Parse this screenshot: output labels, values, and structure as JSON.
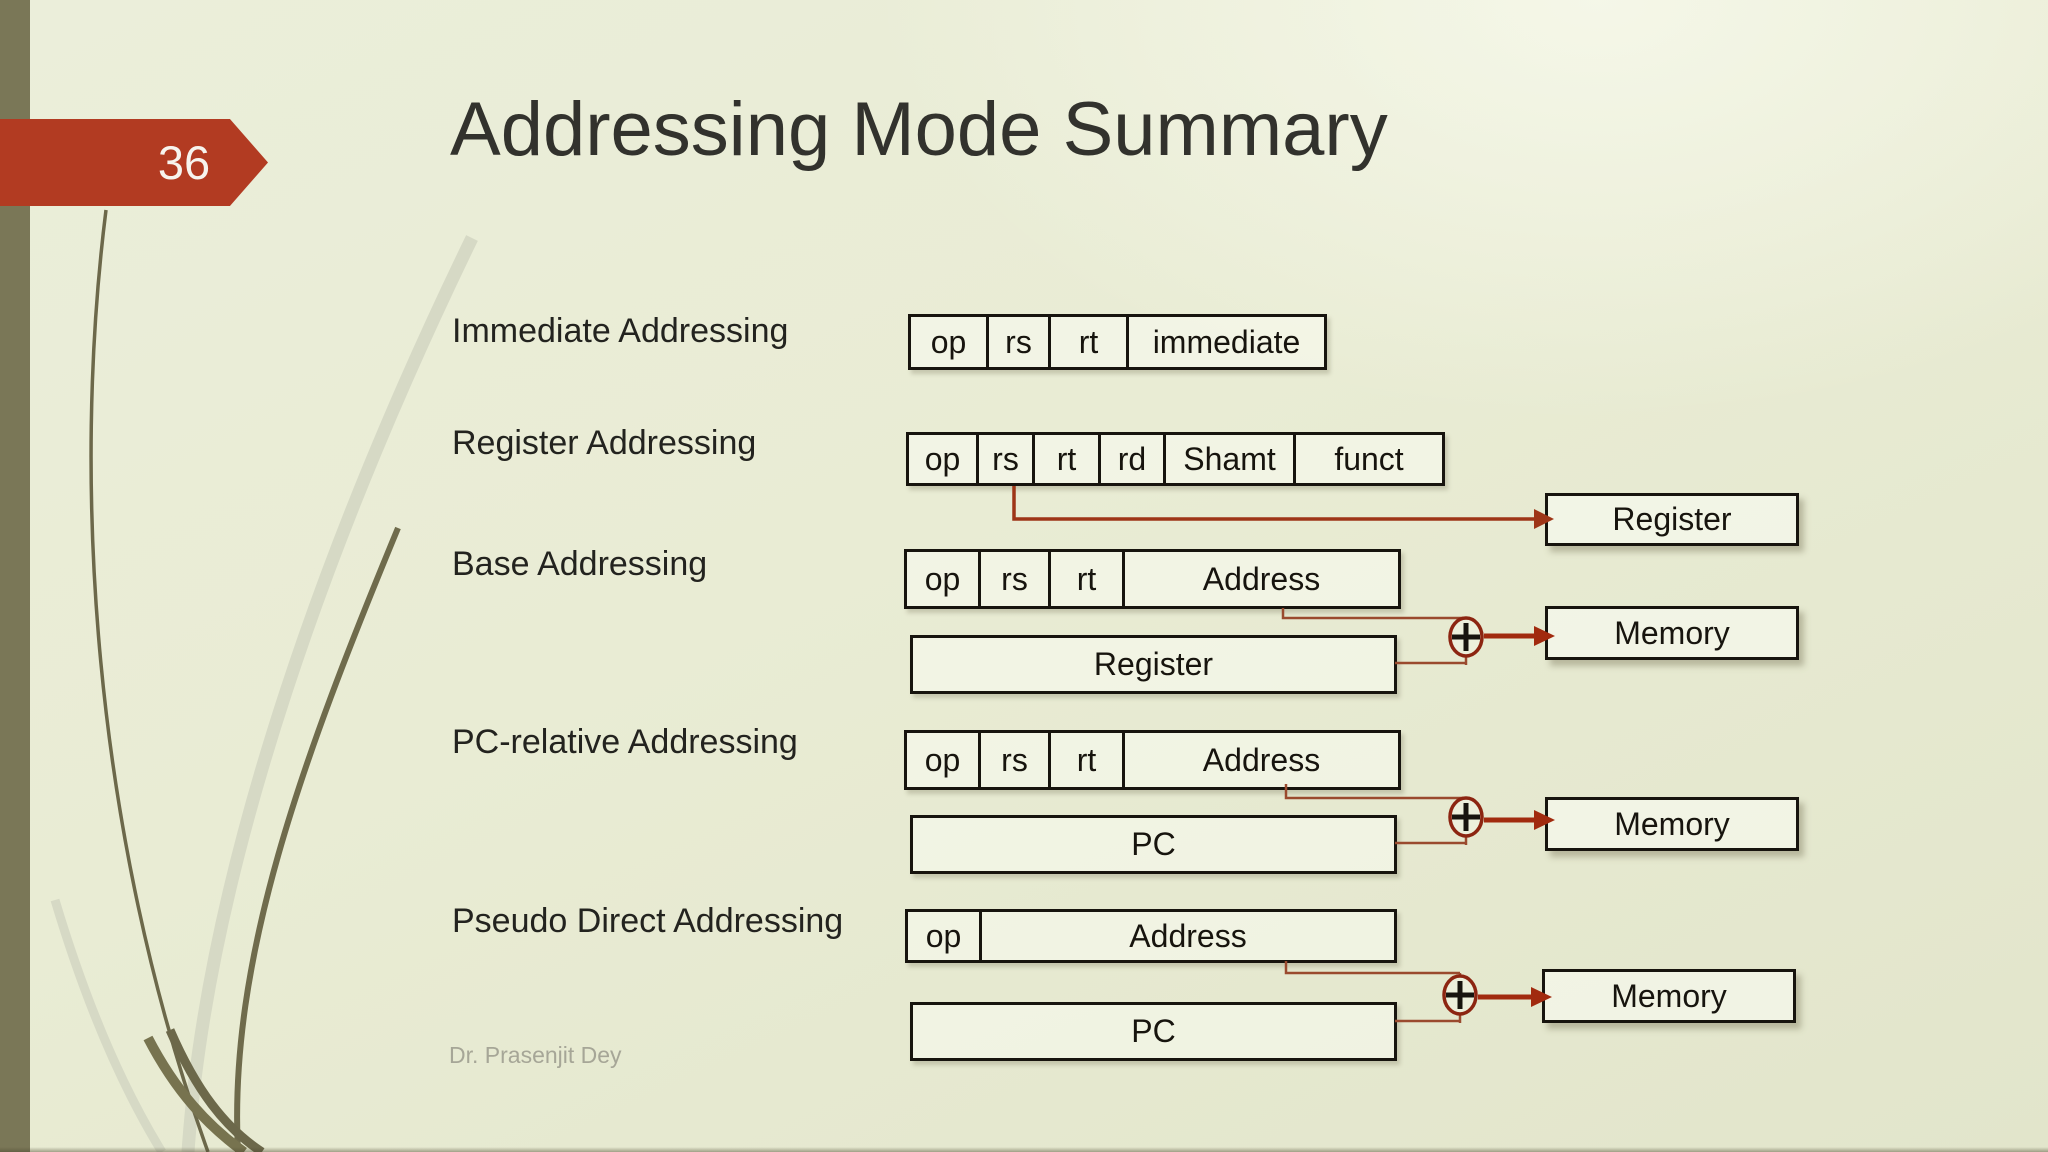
{
  "slide": {
    "page_number": "36",
    "title": "Addressing Mode Summary",
    "footer": "Dr. Prasenjit Dey",
    "theme": {
      "background_color": "#e9ecd4",
      "sidebar_color": "#7a7757",
      "banner_color": "#b23b22",
      "box_border_color": "#17140e",
      "connector_color": "#9a3d20",
      "adder_icon": "plus-in-circle"
    }
  },
  "diagram": {
    "rows": [
      {
        "id": "immediate",
        "label": "Immediate Addressing",
        "fields": [
          "op",
          "rs",
          "rt",
          "immediate"
        ]
      },
      {
        "id": "register",
        "label": "Register Addressing",
        "fields": [
          "op",
          "rs",
          "rt",
          "rd",
          "Shamt",
          "funct"
        ],
        "target_box": "Register"
      },
      {
        "id": "base",
        "label": "Base Addressing",
        "fields": [
          "op",
          "rs",
          "rt",
          "Address"
        ],
        "source_box": "Register",
        "operator": "+",
        "target_box": "Memory"
      },
      {
        "id": "pc_relative",
        "label": "PC-relative Addressing",
        "fields": [
          "op",
          "rs",
          "rt",
          "Address"
        ],
        "source_box": "PC",
        "operator": "+",
        "target_box": "Memory"
      },
      {
        "id": "pseudo_direct",
        "label": "Pseudo Direct Addressing",
        "fields": [
          "op",
          "Address"
        ],
        "source_box": "PC",
        "operator": "+",
        "target_box": "Memory"
      }
    ]
  }
}
